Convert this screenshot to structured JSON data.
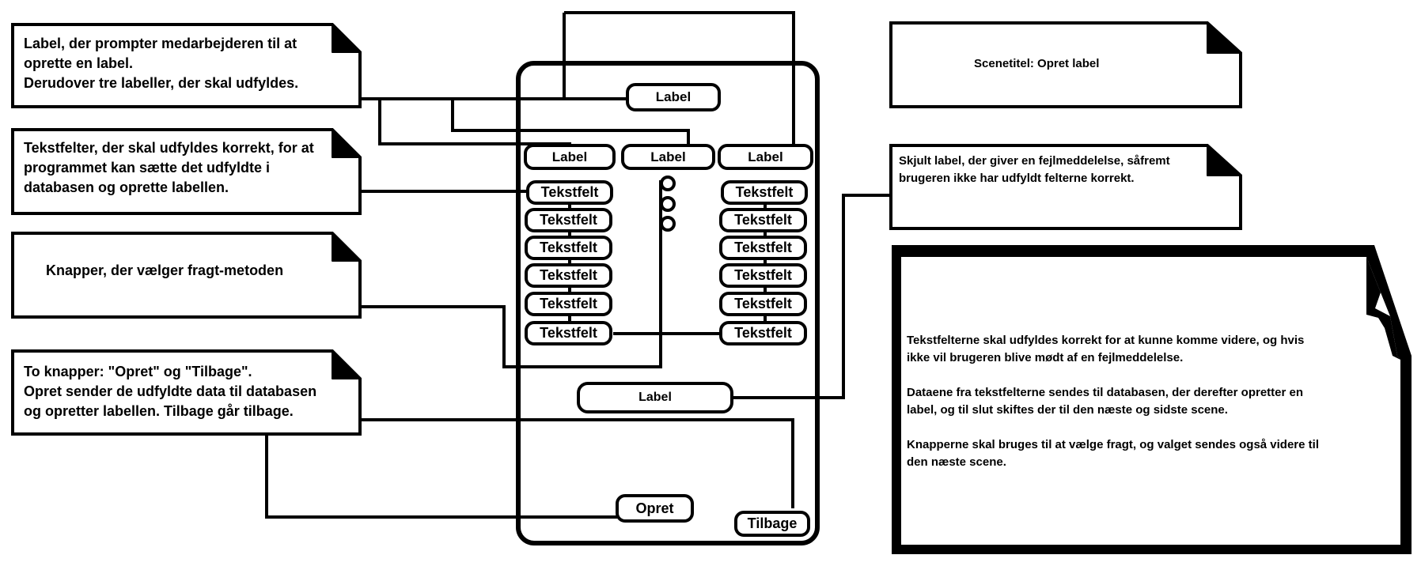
{
  "notes": {
    "label_prompt": "Label, der prompter medarbejderen til at\noprette en label.\nDerudover tre labeller, der skal udfyldes.",
    "textfields": "Tekstfelter, der skal udfyldes korrekt, for at\nprogrammet kan sætte det udfyldte i\ndatabasen og oprette labellen.",
    "freight_buttons": "Knapper, der vælger fragt-metoden",
    "two_buttons": "To knapper: \"Opret\" og \"Tilbage\".\nOpret sender de udfyldte data til databasen\nog opretter labellen. Tilbage går tilbage.",
    "scene_title": "Scenetitel: Opret label",
    "hidden_label": "Skjult label, der giver en fejlmeddelelse, såfremt\nbrugeren ikke har udfyldt felterne korrekt.",
    "summary": "Tekstfelterne skal udfyldes korrekt for at kunne komme videre, og hvis\nikke vil brugeren blive mødt af en fejlmeddelelse.\n\nDataene fra tekstfelterne sendes til databasen, der derefter opretter en\nlabel, og til slut skiftes der til den næste og sidste scene.\n\nKnapperne skal bruges til at vælge fragt, og valget sendes også videre til\nden næste scene."
  },
  "mockup": {
    "top_label": "Label",
    "column_labels": [
      "Label",
      "Label",
      "Label"
    ],
    "left_fields": [
      "Tekstfelt",
      "Tekstfelt",
      "Tekstfelt",
      "Tekstfelt",
      "Tekstfelt",
      "Tekstfelt"
    ],
    "right_fields": [
      "Tekstfelt",
      "Tekstfelt",
      "Tekstfelt",
      "Tekstfelt",
      "Tekstfelt",
      "Tekstfelt"
    ],
    "error_label": "Label",
    "create_button": "Opret",
    "back_button": "Tilbage"
  }
}
